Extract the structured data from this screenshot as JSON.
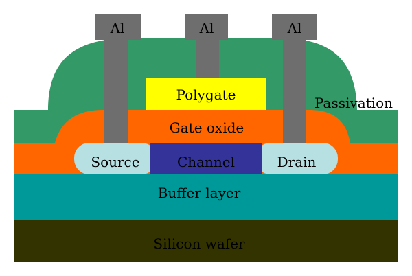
{
  "labels": {
    "contact_left": "Al",
    "contact_center": "Al",
    "contact_right": "Al",
    "polygate": "Polygate",
    "passivation": "Passivation",
    "gate_oxide": "Gate oxide",
    "source": "Source",
    "channel": "Channel",
    "drain": "Drain",
    "buffer_layer": "Buffer layer",
    "silicon_wafer": "Silicon wafer"
  },
  "colors": {
    "contact": "#6e6e6e",
    "passivation": "#339966",
    "polygate": "#ffff00",
    "gate_oxide": "#ff6600",
    "source_drain": "#b7e0e3",
    "channel": "#333399",
    "buffer_layer": "#009999",
    "silicon_wafer": "#333300"
  }
}
